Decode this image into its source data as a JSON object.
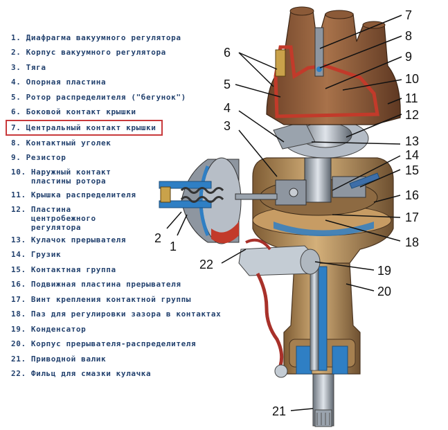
{
  "legend": {
    "items": [
      "1. Диафрагма вакуумного регулятора",
      "2. Корпус вакуумного регулятора",
      "3. Тяга",
      "4. Опорная пластина",
      "5. Ротор распределителя (\"бегунок\")",
      "6. Боковой контакт крышки",
      "7. Центральный контакт крышки",
      "8. Контактный уголек",
      "9. Резистор",
      "10. Наружный контакт\n    пластины ротора",
      "11. Крышка распределителя",
      "12. Пластина\n    центробежного\n    регулятора",
      "13. Кулачок прерывателя",
      "14. Грузик",
      "15. Контактная группа",
      "16. Подвижная пластина прерывателя",
      "17. Винт крепления контактной группы",
      "18. Паз для регулировки зазора в контактах",
      "19. Конденсатор",
      "20. Корпус прерывателя-распределителя",
      "21. Приводной валик",
      "22. Фильц для смазки кулачка"
    ],
    "highlighted_index": 6,
    "highlight_color": "#c8393b",
    "text_color": "#22416e"
  },
  "callouts": [
    "1",
    "2",
    "3",
    "4",
    "5",
    "6",
    "7",
    "8",
    "9",
    "10",
    "11",
    "12",
    "13",
    "14",
    "15",
    "16",
    "17",
    "18",
    "19",
    "20",
    "21",
    "22"
  ],
  "colors": {
    "cap": "#8a5a3a",
    "cap_section": "#c23a2a",
    "housing": "#b8905a",
    "blue_section": "#2f7fc4",
    "metal": "#9aa3ad"
  }
}
